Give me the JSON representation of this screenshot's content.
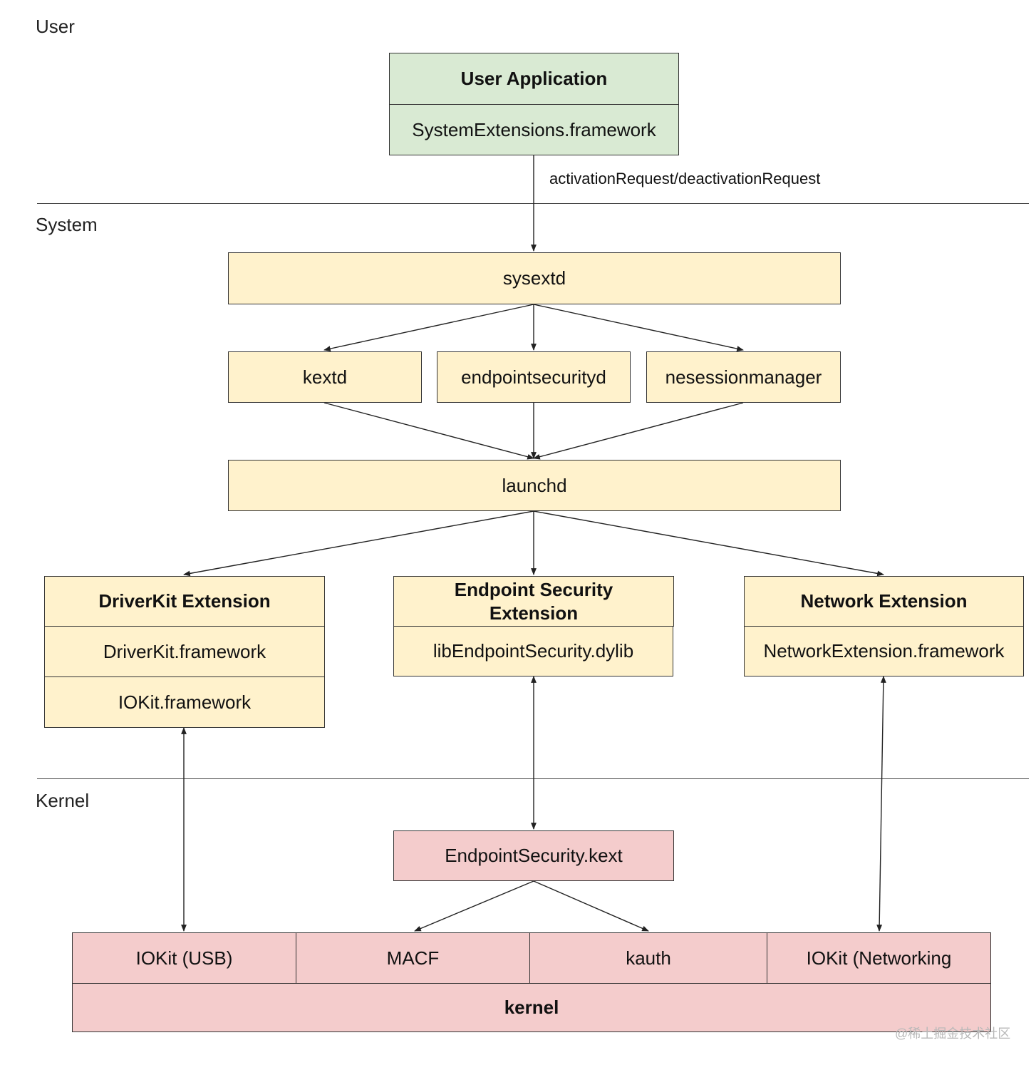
{
  "layers": {
    "user": "User",
    "system": "System",
    "kernel": "Kernel"
  },
  "user_app": {
    "title": "User Application",
    "framework": "SystemExtensions.framework"
  },
  "edge_label": "activationRequest/deactivationRequest",
  "system": {
    "sysextd": "sysextd",
    "kextd": "kextd",
    "endpointsecurityd": "endpointsecurityd",
    "nesessionmanager": "nesessionmanager",
    "launchd": "launchd"
  },
  "extensions": {
    "driverkit": {
      "title": "DriverKit Extension",
      "framework": "DriverKit.framework",
      "iokit": "IOKit.framework"
    },
    "endpoint": {
      "title": "Endpoint Security Extension",
      "lib": "libEndpointSecurity.dylib"
    },
    "network": {
      "title": "Network Extension",
      "framework": "NetworkExtension.framework"
    }
  },
  "kernel": {
    "es_kext": "EndpointSecurity.kext",
    "iokit_usb": "IOKit (USB)",
    "macf": "MACF",
    "kauth": "kauth",
    "iokit_networking": "IOKit (Networking",
    "kernel": "kernel"
  },
  "watermark": "@稀土掘金技术社区",
  "colors": {
    "user_green": "#d9ead3",
    "system_yellow": "#fff2cc",
    "kernel_pink": "#f4cccc"
  }
}
